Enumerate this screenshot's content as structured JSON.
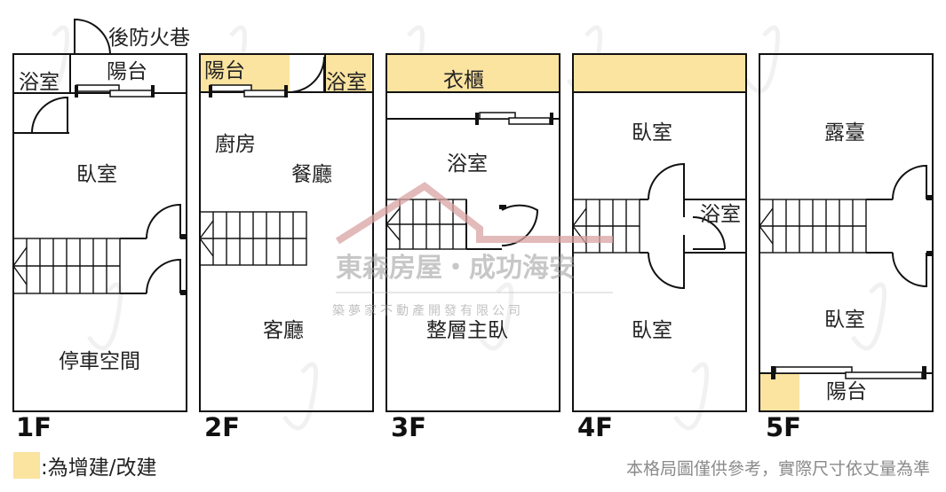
{
  "floors": [
    {
      "label": "1F",
      "rooms": {
        "back_alley": "後防火巷",
        "bathroom": "浴室",
        "balcony": "陽台",
        "bedroom": "臥室",
        "parking": "停車空間"
      }
    },
    {
      "label": "2F",
      "rooms": {
        "balcony": "陽台",
        "bathroom": "浴室",
        "kitchen": "廚房",
        "dining": "餐廳",
        "living": "客廳"
      }
    },
    {
      "label": "3F",
      "rooms": {
        "closet": "衣櫃",
        "bathroom": "浴室",
        "master": "整層主臥"
      }
    },
    {
      "label": "4F",
      "rooms": {
        "bedroom_top": "臥室",
        "bathroom": "浴室",
        "bedroom_bottom": "臥室"
      }
    },
    {
      "label": "5F",
      "rooms": {
        "terrace": "露臺",
        "bedroom": "臥室",
        "balcony": "陽台"
      }
    }
  ],
  "legend": {
    "text": ":為增建/改建",
    "color": "#FBE3A0"
  },
  "disclaimer": "本格局圖僅供參考，實際尺寸依丈量為準",
  "watermark": {
    "company": "東森房屋・成功海安",
    "subtitle": "築夢家不動產開發有限公司",
    "color": "#d9a3a3"
  },
  "colors": {
    "addition": "#FBE3A0",
    "wall": "#111111"
  }
}
